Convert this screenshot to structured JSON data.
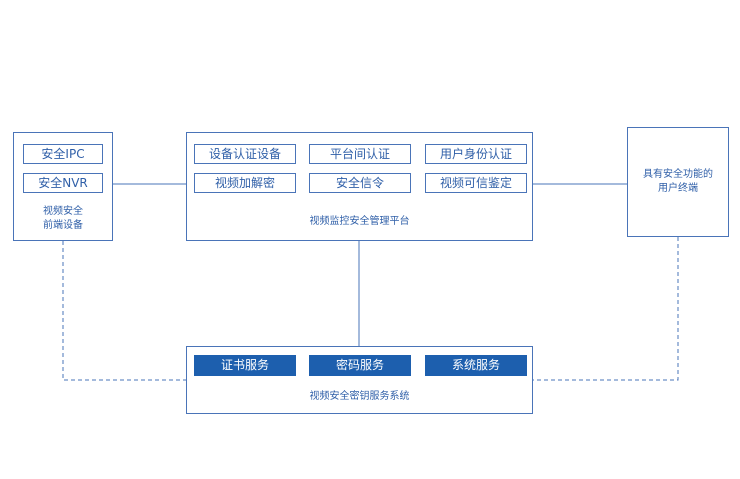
{
  "colors": {
    "line": "#4a74b8",
    "text": "#2f5fa8",
    "fill": "#1d5fae"
  },
  "left_device": {
    "items": [
      "安全IPC",
      "安全NVR"
    ],
    "caption_line1": "视频安全",
    "caption_line2": "前端设备"
  },
  "platform": {
    "items": [
      "设备认证设备",
      "平台间认证",
      "用户身份认证",
      "视频加解密",
      "安全信令",
      "视频可信鉴定"
    ],
    "caption": "视频监控安全管理平台"
  },
  "terminal": {
    "caption_line1": "具有安全功能的",
    "caption_line2": "用户终端"
  },
  "key_service": {
    "items": [
      "证书服务",
      "密码服务",
      "系统服务"
    ],
    "caption": "视频安全密钥服务系统"
  }
}
